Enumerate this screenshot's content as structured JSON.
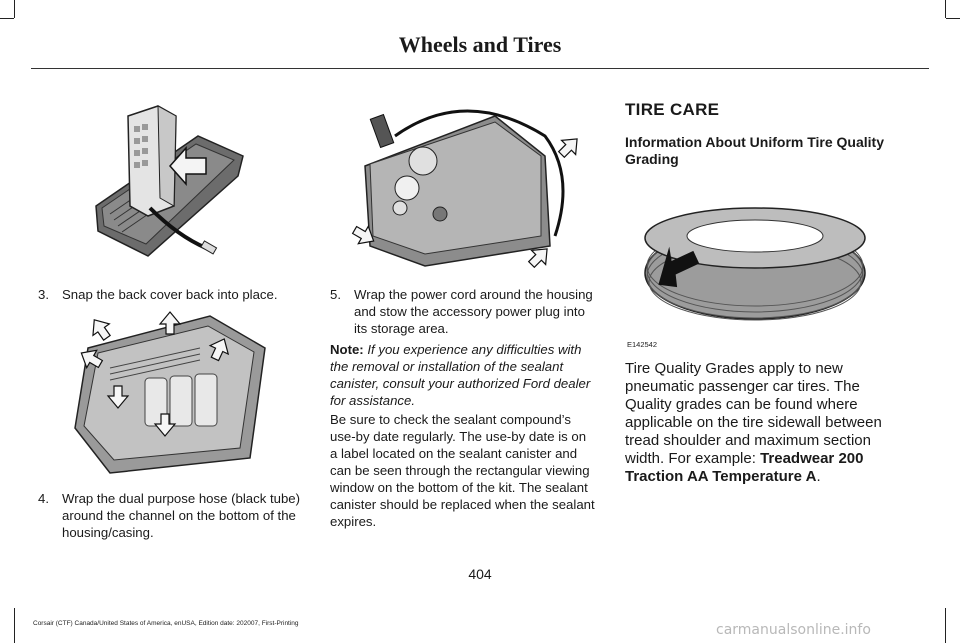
{
  "header": {
    "title": "Wheels and Tires"
  },
  "left_column": {
    "step3": {
      "number": "3.",
      "text": "Snap the back cover back into place."
    },
    "step4": {
      "number": "4.",
      "text_lines": [
        "Wrap the dual purpose hose (black tube)",
        "around the channel on the bottom of the",
        "housing/casing."
      ]
    }
  },
  "middle_column": {
    "step5": {
      "number": "5.",
      "text_lines": [
        "Wrap the power cord around the housing",
        "and stow the accessory power plug into",
        "its storage area."
      ]
    },
    "note": {
      "label": "Note:",
      "lines": [
        " If you experience any difficulties with",
        "the removal or installation of the sealant",
        "canister, consult your authorized Ford dealer",
        "for assistance."
      ]
    },
    "paragraph_lines": [
      "Be sure to check the sealant compound’s",
      "use-by date regularly. The use-by date is on",
      "a label located on the sealant canister and",
      "can be seen through the rectangular viewing",
      "window on the bottom of the kit. The sealant",
      "canister should be replaced when the sealant",
      "expires."
    ]
  },
  "right_column": {
    "section_title": "TIRE CARE",
    "subsection_title_lines": [
      "Information About Uniform Tire Quality",
      "Grading"
    ],
    "image_code": "E142542",
    "body_lines": [
      "Tire Quality Grades apply to new",
      "pneumatic passenger car tires. The",
      "Quality grades can be found where",
      "applicable on the tire sidewall between",
      "tread shoulder and maximum section"
    ],
    "body_last_prefix": "width. For example: ",
    "body_bold_1": "Treadwear 200",
    "body_bold_2": "Traction AA Temperature A",
    "body_end": "."
  },
  "page_number": "404",
  "footer": "Corsair (CTF) Canada/United States of America, enUSA, Edition date: 202007, First-Printing",
  "watermark": "carmanualsonline.info"
}
